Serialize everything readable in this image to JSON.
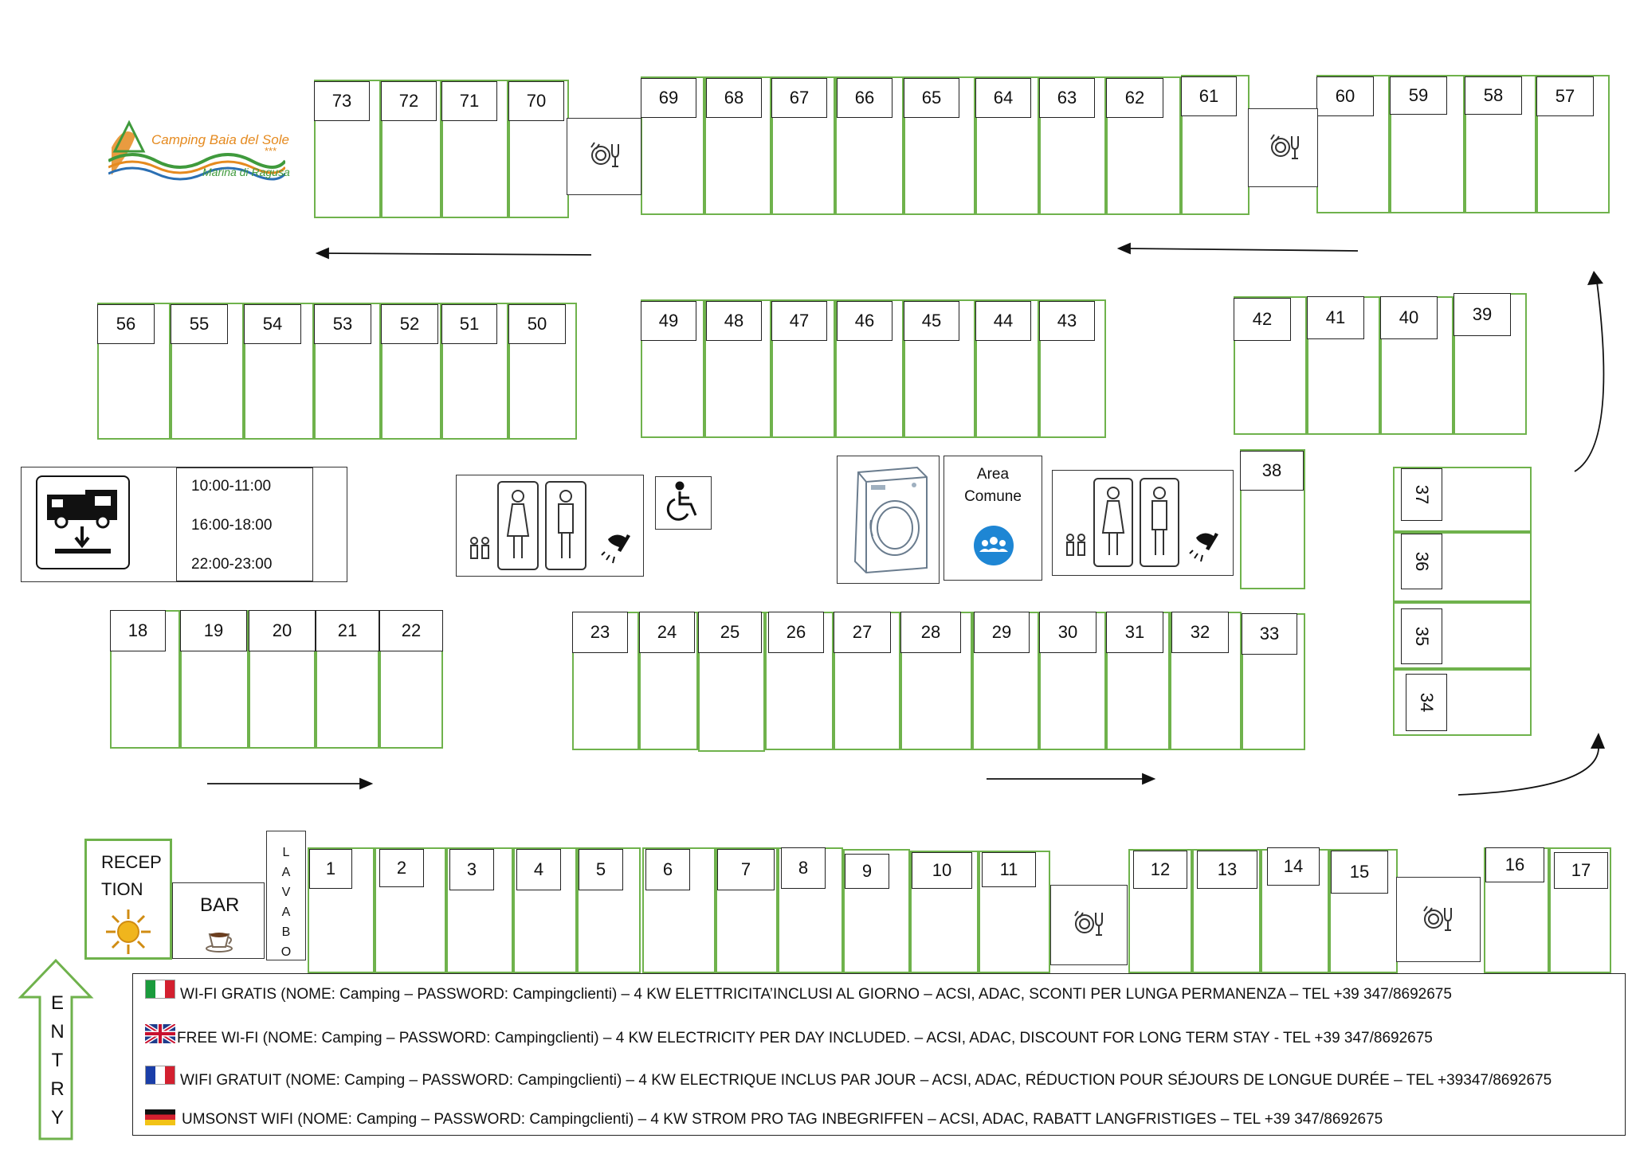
{
  "logo": {
    "name": "Camping Baia del Sole",
    "stars": "***",
    "place": "Marina di Ragusa"
  },
  "pitches": {
    "row_top": [
      "73",
      "72",
      "71",
      "70",
      "69",
      "68",
      "67",
      "66",
      "65",
      "64",
      "63",
      "62",
      "61",
      "60",
      "59",
      "58",
      "57"
    ],
    "row_upper": [
      "56",
      "55",
      "54",
      "53",
      "52",
      "51",
      "50",
      "49",
      "48",
      "47",
      "46",
      "45",
      "44",
      "43",
      "42",
      "41",
      "40",
      "39"
    ],
    "row_lower": [
      "18",
      "19",
      "20",
      "21",
      "22",
      "23",
      "24",
      "25",
      "26",
      "27",
      "28",
      "29",
      "30",
      "31",
      "32",
      "33"
    ],
    "row_bottom": [
      "1",
      "2",
      "3",
      "4",
      "5",
      "6",
      "7",
      "8",
      "9",
      "10",
      "11",
      "12",
      "13",
      "14",
      "15",
      "16",
      "17"
    ],
    "right_column": [
      "37",
      "36",
      "35",
      "34"
    ],
    "single": [
      "38"
    ]
  },
  "camper_service": {
    "times": [
      "10:00-11:00",
      "16:00-18:00",
      "22:00-23:00"
    ]
  },
  "common_area": {
    "line1": "Area",
    "line2": "Comune"
  },
  "reception": {
    "line1": "RECEP",
    "line2": "TION"
  },
  "bar": {
    "label": "BAR"
  },
  "lavabo": {
    "letters": [
      "L",
      "A",
      "V",
      "A",
      "B",
      "O"
    ]
  },
  "entry": {
    "letters": [
      "E",
      "N",
      "T",
      "R",
      "Y"
    ]
  },
  "info": [
    {
      "flag": "it",
      "text": "WI-FI GRATIS (NOME: Camping – PASSWORD: Campingclienti) – 4 KW ELETTRICITA’INCLUSI AL GIORNO – ACSI, ADAC, SCONTI PER LUNGA PERMANENZA – TEL +39 347/8692675"
    },
    {
      "flag": "gb",
      "text": "FREE WI-FI (NOME: Camping – PASSWORD: Campingclienti) –  4 KW ELECTRICITY PER DAY INCLUDED. – ACSI, ADAC, DISCOUNT FOR LONG TERM STAY - TEL +39 347/8692675"
    },
    {
      "flag": "fr",
      "text": "WIFI GRATUIT (NOME: Camping – PASSWORD: Campingclienti) – 4 KW ELECTRIQUE INCLUS PAR JOUR – ACSI, ADAC, RÉDUCTION POUR SÉJOURS DE LONGUE DURÉE – TEL +39347/8692675"
    },
    {
      "flag": "de",
      "text": "UMSONST WIFI (NOME: Camping – PASSWORD: Campingclienti) – 4 KW STROM PRO TAG INBEGRIFFEN – ACSI, ADAC, RABATT LANGFRISTIGES – TEL +39 347/8692675"
    }
  ],
  "colors": {
    "pitch_border": "#6fb24c",
    "logo_green": "#3f9a3c",
    "logo_orange": "#e58a1f",
    "logo_blue": "#2b6fb3",
    "common_blue": "#1e86d4",
    "sun": "#f0b51d"
  },
  "icons": [
    "dishwashing-icon",
    "camper-service-icon",
    "toilet-icon",
    "shower-icon",
    "wheelchair-icon",
    "washing-machine-icon",
    "people-group-icon",
    "sun-icon",
    "coffee-cup-icon"
  ]
}
